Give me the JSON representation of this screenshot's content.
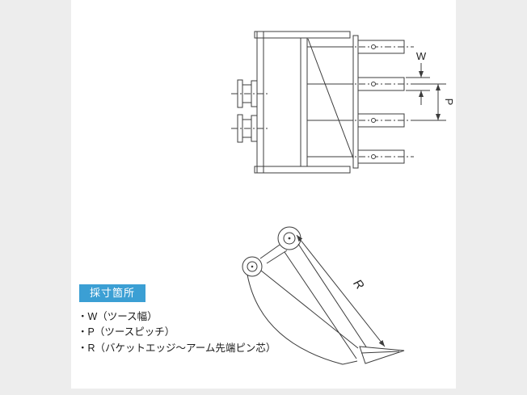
{
  "diagram": {
    "dim_w": "W",
    "dim_p": "P",
    "dim_r": "R"
  },
  "legend": {
    "badge": "採寸箇所",
    "items": [
      "・W（ツース幅）",
      "・P（ツースピッチ）",
      "・R（バケットエッジ～アーム先端ピン芯）"
    ]
  },
  "colors": {
    "badge_bg": "#3b9fd4",
    "line": "#3c3c3c",
    "page_background": "#ededed",
    "panel_background": "#ffffff"
  }
}
